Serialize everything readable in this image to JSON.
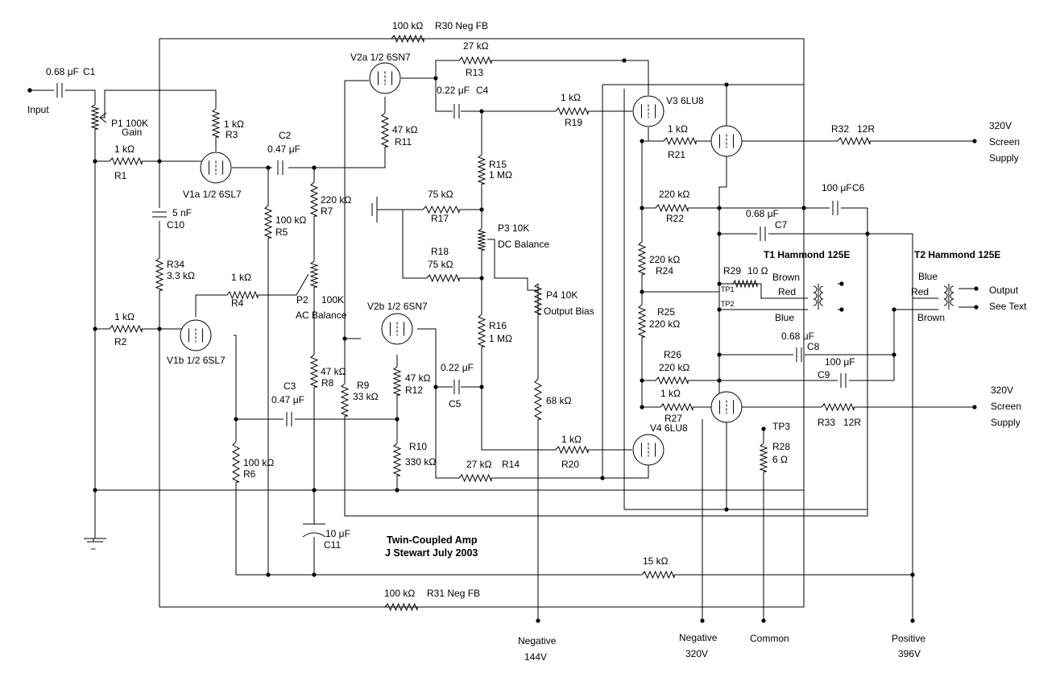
{
  "title": "Twin-Coupled Amp",
  "author_date": "J Stewart  July 2003",
  "resistors": [
    {
      "id": "R1",
      "label": "R1",
      "value": "1 kΩ"
    },
    {
      "id": "R2",
      "label": "R2",
      "value": "1 kΩ"
    },
    {
      "id": "R3",
      "label": "R3",
      "value": "1 kΩ"
    },
    {
      "id": "R4",
      "label": "R4",
      "value": "1 kΩ"
    },
    {
      "id": "R5",
      "label": "R5",
      "value": "100 kΩ"
    },
    {
      "id": "R6",
      "label": "R6",
      "value": "100 kΩ"
    },
    {
      "id": "R7",
      "label": "R7",
      "value": "220 kΩ"
    },
    {
      "id": "R8",
      "label": "R8",
      "value": "47 kΩ"
    },
    {
      "id": "R9",
      "label": "R9",
      "value": "33 kΩ"
    },
    {
      "id": "R10",
      "label": "R10",
      "value": "330 kΩ"
    },
    {
      "id": "R11",
      "label": "R11",
      "value": "47 kΩ"
    },
    {
      "id": "R12",
      "label": "R12",
      "value": "47 kΩ"
    },
    {
      "id": "R13",
      "label": "R13",
      "value": "27 kΩ"
    },
    {
      "id": "R14",
      "label": "R14",
      "value": "27 kΩ"
    },
    {
      "id": "R15",
      "label": "R15",
      "value": "1 MΩ"
    },
    {
      "id": "R16",
      "label": "R16",
      "value": "1 MΩ"
    },
    {
      "id": "R17",
      "label": "R17",
      "value": "75 kΩ"
    },
    {
      "id": "R18",
      "label": "R18",
      "value": "75 kΩ"
    },
    {
      "id": "R19",
      "label": "R19",
      "value": "1 kΩ"
    },
    {
      "id": "R20",
      "label": "R20",
      "value": "1 kΩ"
    },
    {
      "id": "R21",
      "label": "R21",
      "value": "1 kΩ"
    },
    {
      "id": "R22",
      "label": "R22",
      "value": "220 kΩ"
    },
    {
      "id": "R24",
      "label": "R24",
      "value": "220 kΩ"
    },
    {
      "id": "R25",
      "label": "R25",
      "value": "220 kΩ"
    },
    {
      "id": "R26",
      "label": "R26",
      "value": "220 kΩ"
    },
    {
      "id": "R27",
      "label": "R27",
      "value": "1 kΩ"
    },
    {
      "id": "R28",
      "label": "R28",
      "value": "6 Ω"
    },
    {
      "id": "R29",
      "label": "R29",
      "value": "10 Ω"
    },
    {
      "id": "R30",
      "label": "R30 Neg FB",
      "value": "100 kΩ"
    },
    {
      "id": "R31",
      "label": "R31 Neg FB",
      "value": "100 kΩ"
    },
    {
      "id": "R32",
      "label": "R32",
      "value": "12R"
    },
    {
      "id": "R33",
      "label": "R33",
      "value": "12R"
    },
    {
      "id": "R34",
      "label": "R34",
      "value": "3.3 kΩ"
    },
    {
      "id": "R15k",
      "label": "",
      "value": "15 kΩ"
    },
    {
      "id": "R68k",
      "label": "",
      "value": "68 kΩ"
    }
  ],
  "capacitors": [
    {
      "id": "C1",
      "label": "C1",
      "value": "0.68 μF"
    },
    {
      "id": "C2",
      "label": "C2",
      "value": "0.47 μF"
    },
    {
      "id": "C3",
      "label": "C3",
      "value": "0.47 μF"
    },
    {
      "id": "C4",
      "label": "C4",
      "value": "0.22 μF"
    },
    {
      "id": "C5",
      "label": "C5",
      "value": "0.22 μF"
    },
    {
      "id": "C6",
      "label": "C6",
      "value": "100 μF"
    },
    {
      "id": "C7",
      "label": "C7",
      "value": "0.68 μF"
    },
    {
      "id": "C8",
      "label": "C8",
      "value": "0.68 μF"
    },
    {
      "id": "C9",
      "label": "C9",
      "value": "100 μF"
    },
    {
      "id": "C10",
      "label": "C10",
      "value": "5 nF"
    },
    {
      "id": "C11",
      "label": "C11",
      "value": "10 μF"
    }
  ],
  "pots": [
    {
      "id": "P1",
      "label": "P1 100K",
      "function": "Gain"
    },
    {
      "id": "P2",
      "label": "P2",
      "value": "100K",
      "function": "AC Balance"
    },
    {
      "id": "P3",
      "label": "P3  10K",
      "function": "DC Balance"
    },
    {
      "id": "P4",
      "label": "P4  10K",
      "function": "Output Bias"
    }
  ],
  "tubes": [
    {
      "id": "V1a",
      "label": "V1a  1/2 6SL7"
    },
    {
      "id": "V1b",
      "label": "V1b  1/2 6SL7"
    },
    {
      "id": "V2a",
      "label": "V2a  1/2 6SN7"
    },
    {
      "id": "V2b",
      "label": "V2b  1/2 6SN7"
    },
    {
      "id": "V3",
      "label": "V3  6LU8"
    },
    {
      "id": "V4",
      "label": "V4  6LU8"
    }
  ],
  "transformers": [
    {
      "id": "T1",
      "label": "T1 Hammond 125E",
      "wires": [
        "Brown",
        "Red",
        "Blue"
      ]
    },
    {
      "id": "T2",
      "label": "T2 Hammond 125E",
      "wires": [
        "Blue",
        "Red",
        "Brown"
      ]
    }
  ],
  "test_points": [
    "TP1",
    "TP2",
    "TP3"
  ],
  "terminals": {
    "input": "Input",
    "output": [
      "Output",
      "See Text"
    ],
    "screen_top": [
      "320V",
      "Screen",
      "Supply"
    ],
    "screen_bottom": [
      "320V",
      "Screen",
      "Supply"
    ],
    "neg144": [
      "Negative",
      "144V"
    ],
    "neg320": [
      "Negative",
      "320V"
    ],
    "common": "Common",
    "pos396": [
      "Positive",
      "396V"
    ]
  },
  "ground_symbol": "−"
}
